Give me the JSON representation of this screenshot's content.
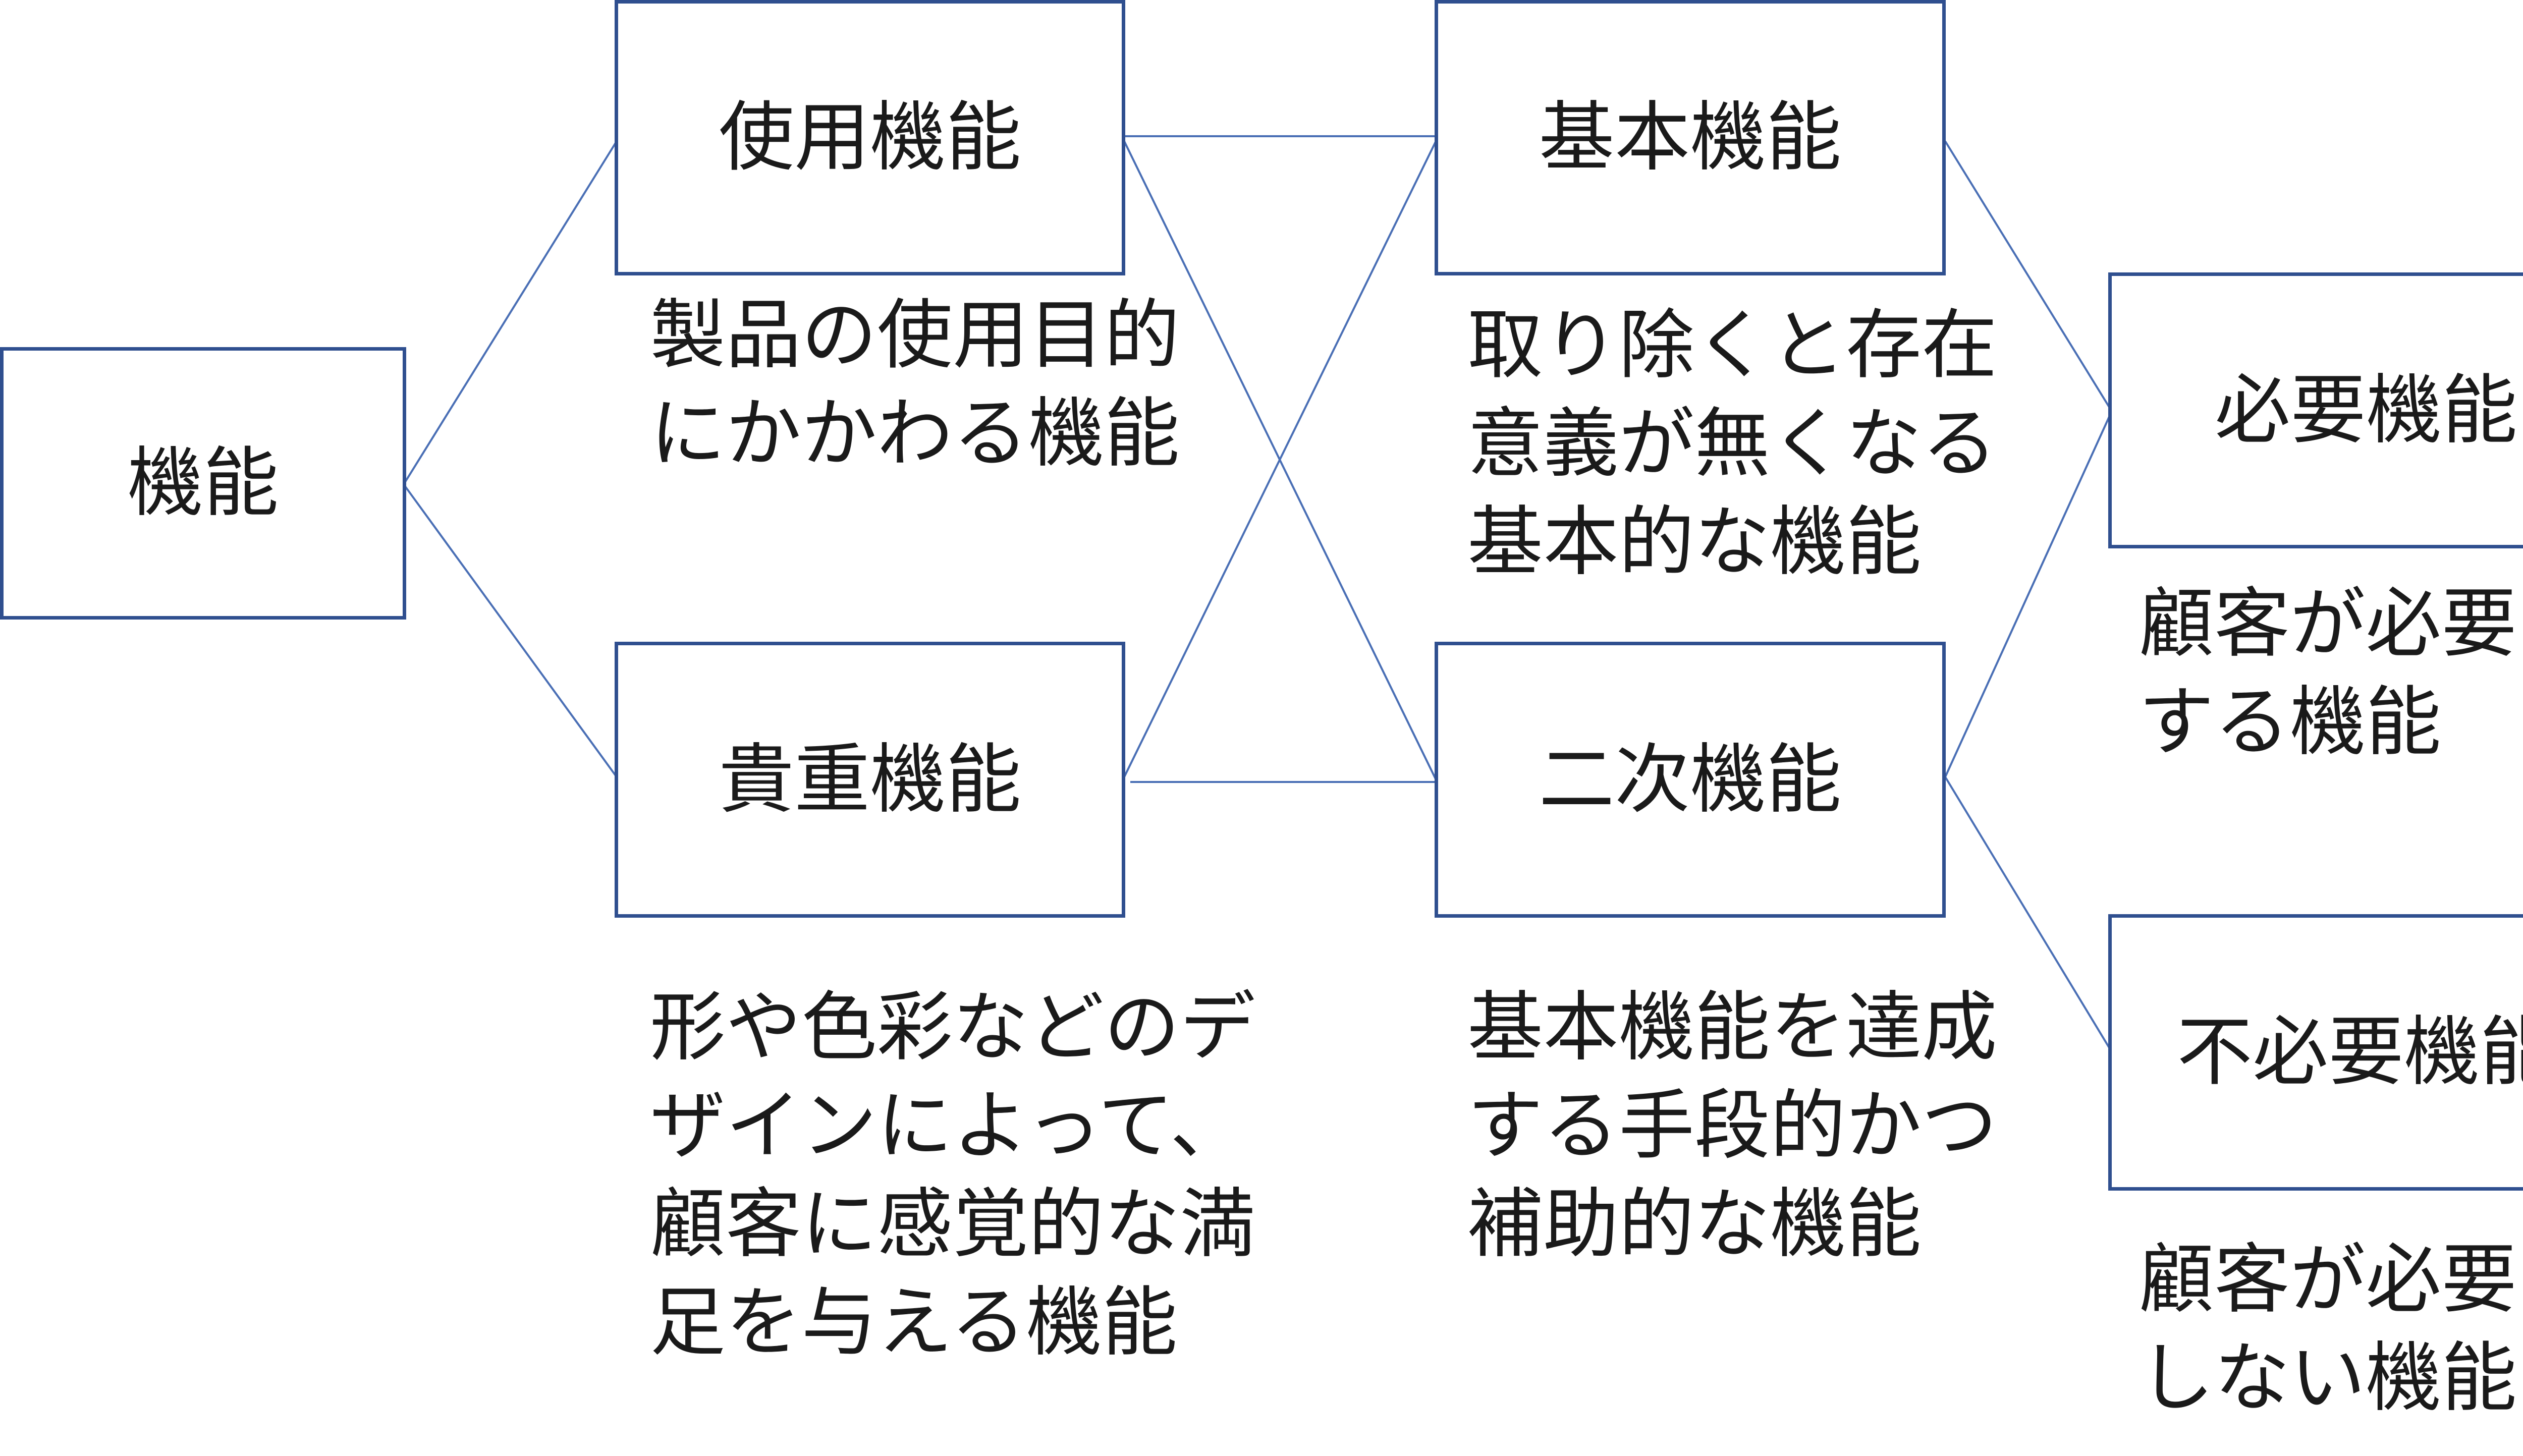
{
  "nodes": {
    "root": {
      "label": "機能"
    },
    "use": {
      "label": "使用機能"
    },
    "esteem": {
      "label": "貴重機能"
    },
    "basic": {
      "label": "基本機能"
    },
    "secondary": {
      "label": "二次機能"
    },
    "necessary": {
      "label": "必要機能"
    },
    "unnecessary": {
      "label": "不必要機能"
    }
  },
  "descriptions": {
    "use": "製品の使用目的\nにかかわる機能",
    "esteem": "形や色彩などのデ\nザインによって、\n顧客に感覚的な満\n足を与える機能",
    "basic": "取り除くと存在\n意義が無くなる\n基本的な機能",
    "secondary": "基本機能を達成\nする手段的かつ\n補助的な機能",
    "necessary": "顧客が必要と\nする機能",
    "unnecessary": "顧客が必要と\nしない機能"
  },
  "colors": {
    "box_border": "#2f4f8f",
    "connector": "#4a6fb5",
    "text": "#1a1a1a",
    "background": "#ffffff"
  }
}
